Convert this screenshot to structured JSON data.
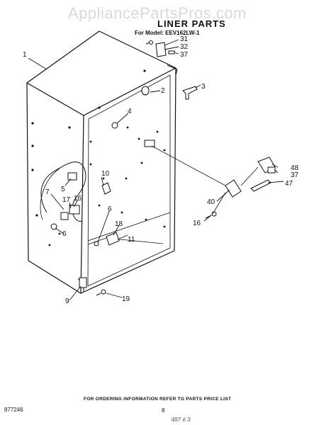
{
  "watermark": "AppliancePartsPros.com",
  "header": {
    "title": "LINER PARTS",
    "model": "For Model: EEV162LW-1"
  },
  "callouts": {
    "c1": "1",
    "c2": "2",
    "c3": "3",
    "c4": "4",
    "c5": "5",
    "c6a": "6",
    "c6b": "6",
    "c7": "7",
    "c9": "9",
    "c10": "10",
    "c11": "11",
    "c16a": "16",
    "c16b": "16",
    "c17": "17",
    "c18": "18",
    "c19": "19",
    "c31": "31",
    "c32": "32",
    "c37a": "37",
    "c37b": "37",
    "c40": "40",
    "c47": "47",
    "c48": "48"
  },
  "footer": {
    "ordering_info": "FOR ORDERING INFORMATION REFER TO PARTS PRICE LIST",
    "code": "877246",
    "page": "8",
    "ink": "‘487 é 3"
  }
}
